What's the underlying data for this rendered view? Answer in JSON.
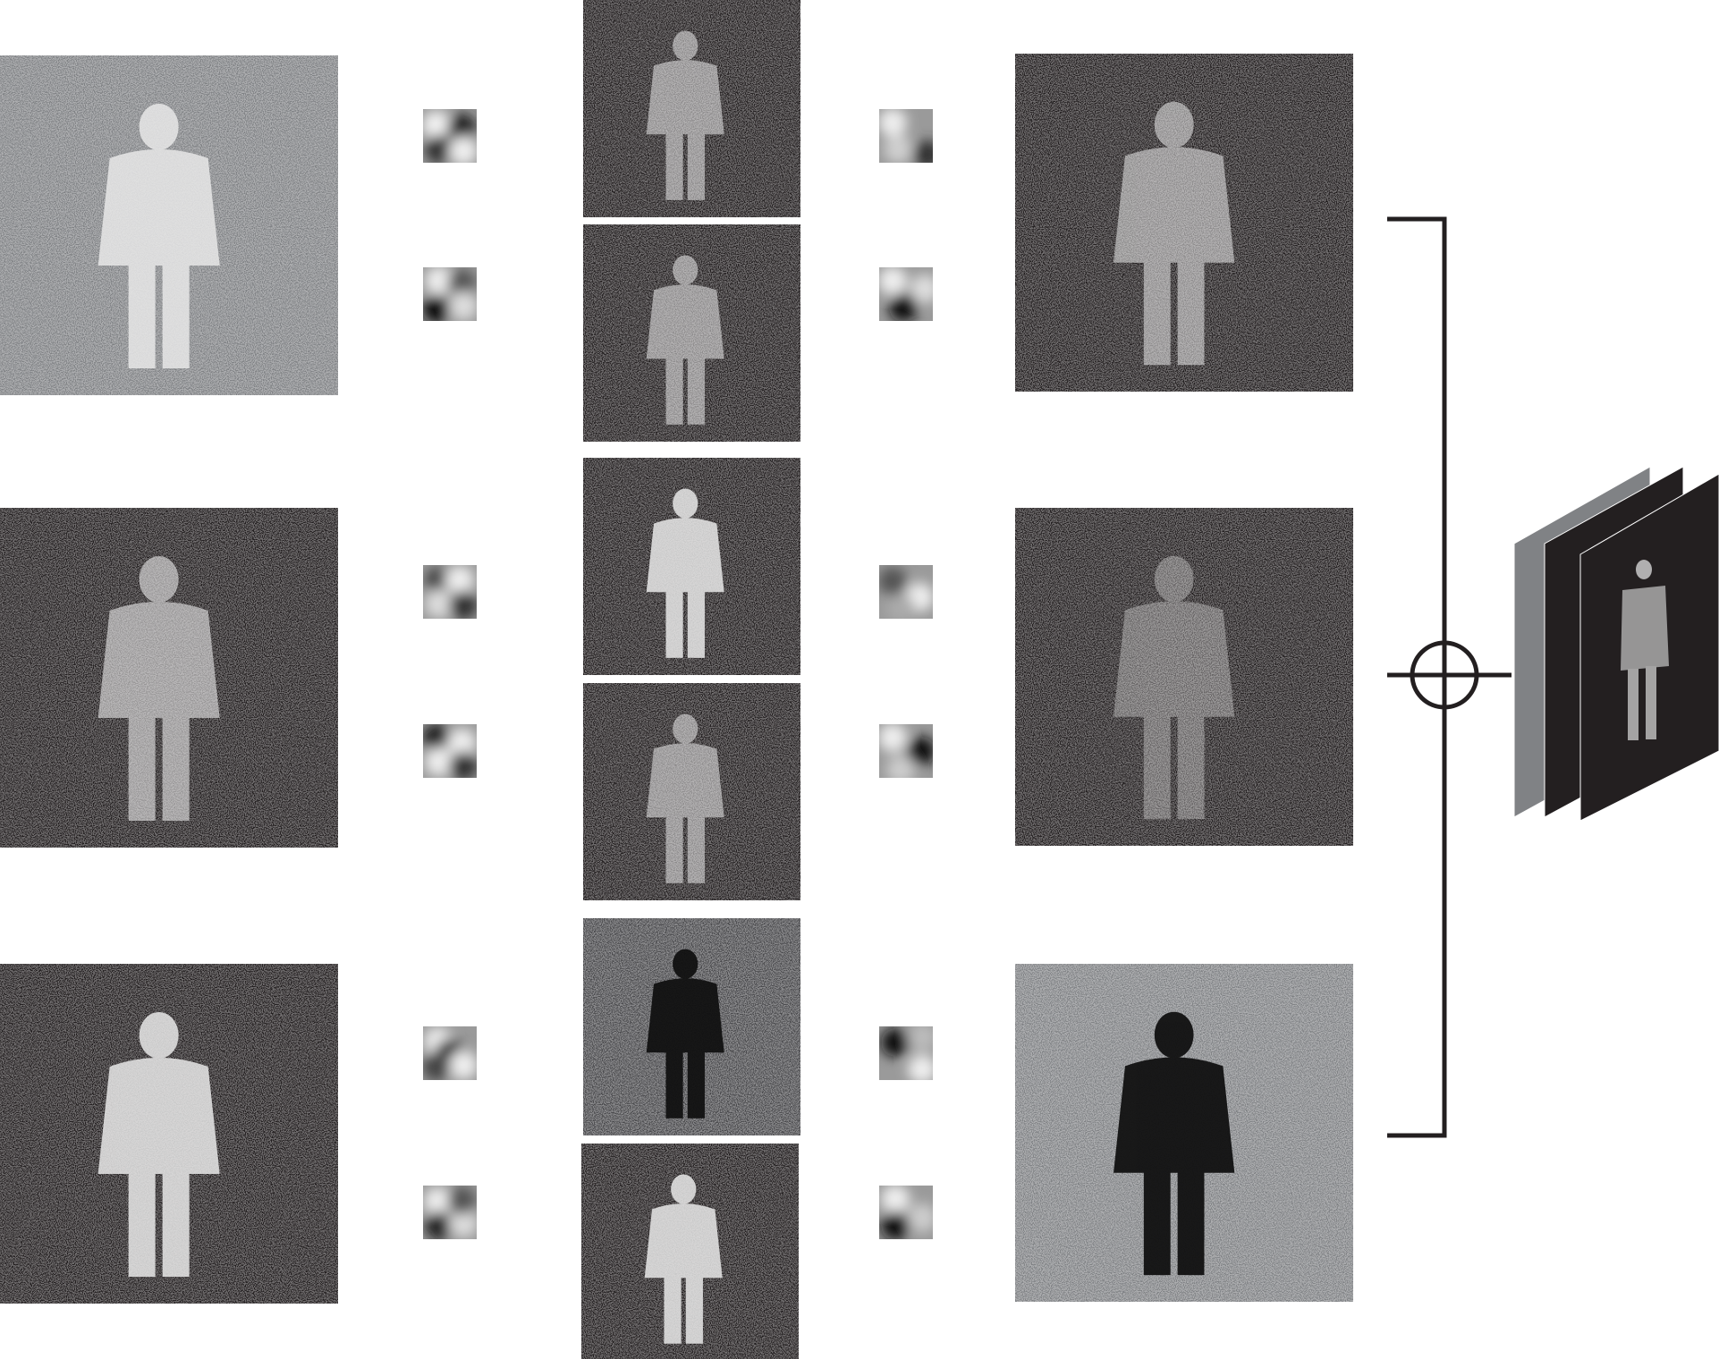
{
  "colors": {
    "background": "#ffffff",
    "dark_map": "#231f20",
    "gray_map": "#808285",
    "mid_gray_map": "#4a4a4d",
    "figure_light": "#e8e8e8",
    "line": "#231f20"
  },
  "rows": [
    {
      "input_map": {
        "tone": "gray",
        "figure": "bright"
      },
      "stage1_kernels": [
        "pattern-a",
        "pattern-b"
      ],
      "intermediate_maps": [
        {
          "tone": "dark",
          "figure": "edges"
        },
        {
          "tone": "dark",
          "figure": "edges"
        }
      ],
      "stage2_kernels": [
        "gradient-a",
        "blob-a"
      ],
      "output_map": {
        "tone": "dark",
        "figure": "edges"
      }
    },
    {
      "input_map": {
        "tone": "dark",
        "figure": "mid"
      },
      "stage1_kernels": [
        "pattern-c",
        "pattern-d"
      ],
      "intermediate_maps": [
        {
          "tone": "dark",
          "figure": "bright"
        },
        {
          "tone": "dark",
          "figure": "edges"
        }
      ],
      "stage2_kernels": [
        "gradient-b",
        "blob-b"
      ],
      "output_map": {
        "tone": "dark",
        "figure": "sparse"
      }
    },
    {
      "input_map": {
        "tone": "dark",
        "figure": "bright"
      },
      "stage1_kernels": [
        "pattern-e",
        "pattern-f"
      ],
      "intermediate_maps": [
        {
          "tone": "mid",
          "figure": "dark"
        },
        {
          "tone": "dark",
          "figure": "bright"
        }
      ],
      "stage2_kernels": [
        "blob-c",
        "blob-d"
      ],
      "output_map": {
        "tone": "gray",
        "figure": "dark"
      }
    }
  ],
  "combine_operator": "sum-circle",
  "result_stack": {
    "layers": 3
  }
}
